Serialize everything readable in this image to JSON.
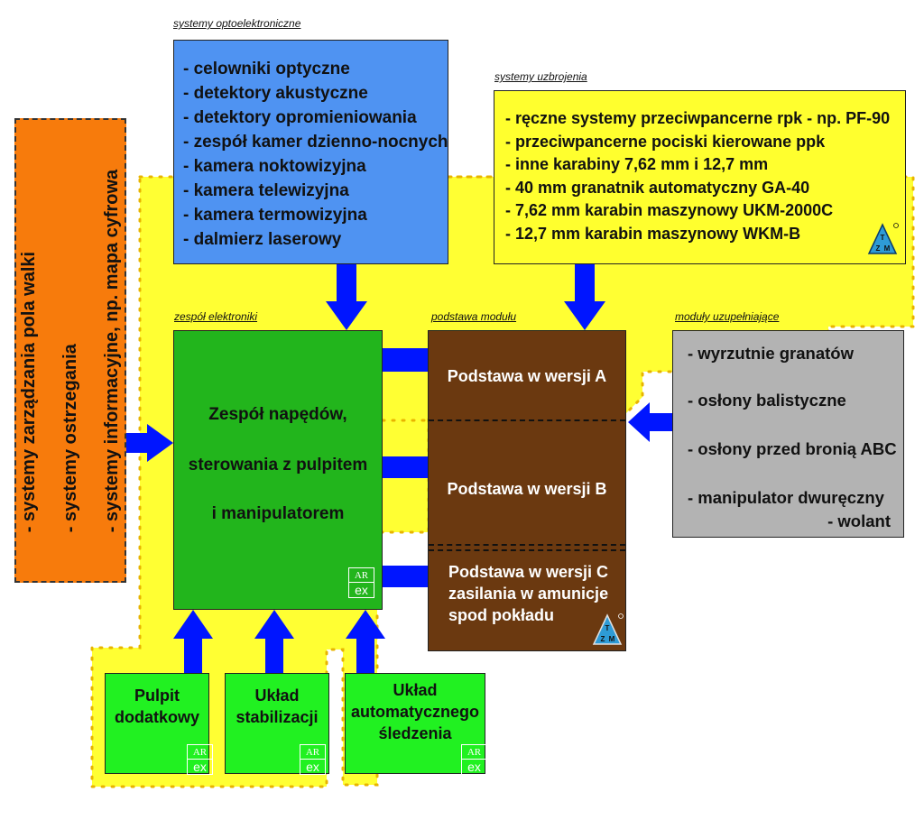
{
  "captions": {
    "opto": "systemy optoelektroniczne",
    "uzbrojenie": "systemy uzbrojenia",
    "elektronika": "zespół elektroniki",
    "podstawa": "podstawa modułu",
    "uzupelniajace": "moduły uzupełniające"
  },
  "opto_items": [
    "- celowniki optyczne",
    "- detektory akustyczne",
    "- detektory opromieniowania",
    "- zespół kamer dzienno-nocnych",
    "- kamera noktowizyjna",
    "- kamera telewizyjna",
    "- kamera termowizyjna",
    "- dalmierz laserowy"
  ],
  "uzbrojenie_items": [
    "- ręczne systemy przeciwpancerne rpk - np.  PF-90",
    "- przeciwpancerne pociski kierowane ppk",
    "- inne karabiny 7,62 mm i 12,7 mm",
    "- 40 mm granatnik automatyczny GA-40",
    "- 7,62 mm karabin maszynowy UKM-2000C",
    "- 12,7 mm karabin maszynowy WKM-B"
  ],
  "uzupelniajace_items": [
    "- wyrzutnie granatów",
    "- osłony balistyczne",
    "- osłony przed bronią ABC",
    "- manipulator dwuręczny",
    "- wolant"
  ],
  "orange_items": [
    "- systemy zarządzania pola walki",
    "- systemy ostrzegania",
    "- systemy informacyjne, np. mapa cyfrowa"
  ],
  "electronics_lines": [
    "Zespół napędów,",
    "sterowania z pulpitem",
    "i manipulatorem"
  ],
  "base_a": "Podstawa w wersji A",
  "base_b": "Podstawa w wersji B",
  "base_c_lines": [
    "Podstawa w wersji C",
    "zasilania w amunicje",
    "spod pokładu"
  ],
  "bottom_boxes": [
    [
      "Pulpit",
      "dodatkowy"
    ],
    [
      "Układ",
      "stabilizacji"
    ],
    [
      "Układ",
      "automatycznego",
      "śledzenia"
    ]
  ],
  "logo_arex": [
    "AR",
    "ex"
  ],
  "logo_tzm": [
    "T",
    "Z",
    "M"
  ],
  "colors": {
    "yellow_area": "#ffff33",
    "opto": "#4f93f2",
    "uzbrojenie": "#ffff2e",
    "uzupelniajace": "#b3b3b3",
    "electronics": "#22b51c",
    "base": "#6b3910",
    "bottom": "#21f121",
    "orange": "#f77b0c",
    "arrow": "#0015ff"
  }
}
